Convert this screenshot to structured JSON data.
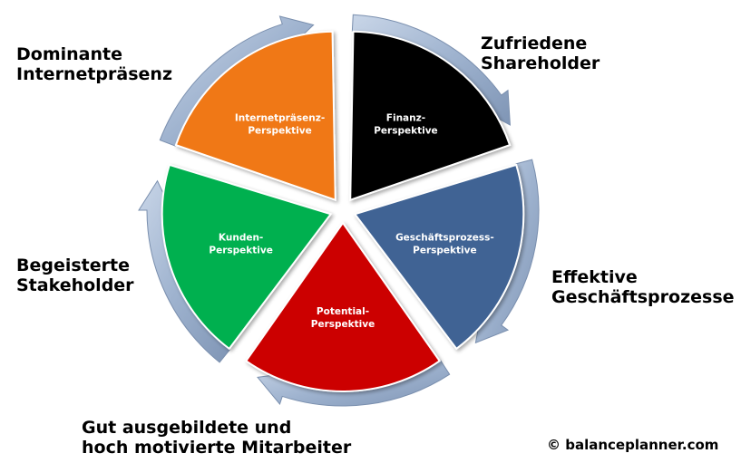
{
  "outer_labels": {
    "top_left": {
      "line1": "Dominante",
      "line2": "Internetpräsenz"
    },
    "top_right": {
      "line1": "Zufriedene",
      "line2": "Shareholder"
    },
    "middle_right": {
      "line1": "Effektive",
      "line2": "Geschäftsprozesse"
    },
    "middle_left": {
      "line1": "Begeisterte",
      "line2": "Stakeholder"
    },
    "bottom": {
      "line1": "Gut ausgebildete und",
      "line2": "hoch motivierte Mitarbeiter"
    }
  },
  "segments": [
    {
      "id": "finanz",
      "line1": "Finanz-",
      "line2": "Perspektive",
      "color": "#000000"
    },
    {
      "id": "prozess",
      "line1": "Geschäftsprozess-",
      "line2": "Perspektive",
      "color": "#3f6394"
    },
    {
      "id": "potential",
      "line1": "Potential-",
      "line2": "Perspektive",
      "color": "#cc0000"
    },
    {
      "id": "kunden",
      "line1": "Kunden-",
      "line2": "Perspektive",
      "color": "#00b050"
    },
    {
      "id": "internet",
      "line1": "Internetpräsenz-",
      "line2": "Perspektive",
      "color": "#f07814"
    }
  ],
  "ring_color": "#9fb3cf",
  "copyright": "© balanceplanner.com"
}
